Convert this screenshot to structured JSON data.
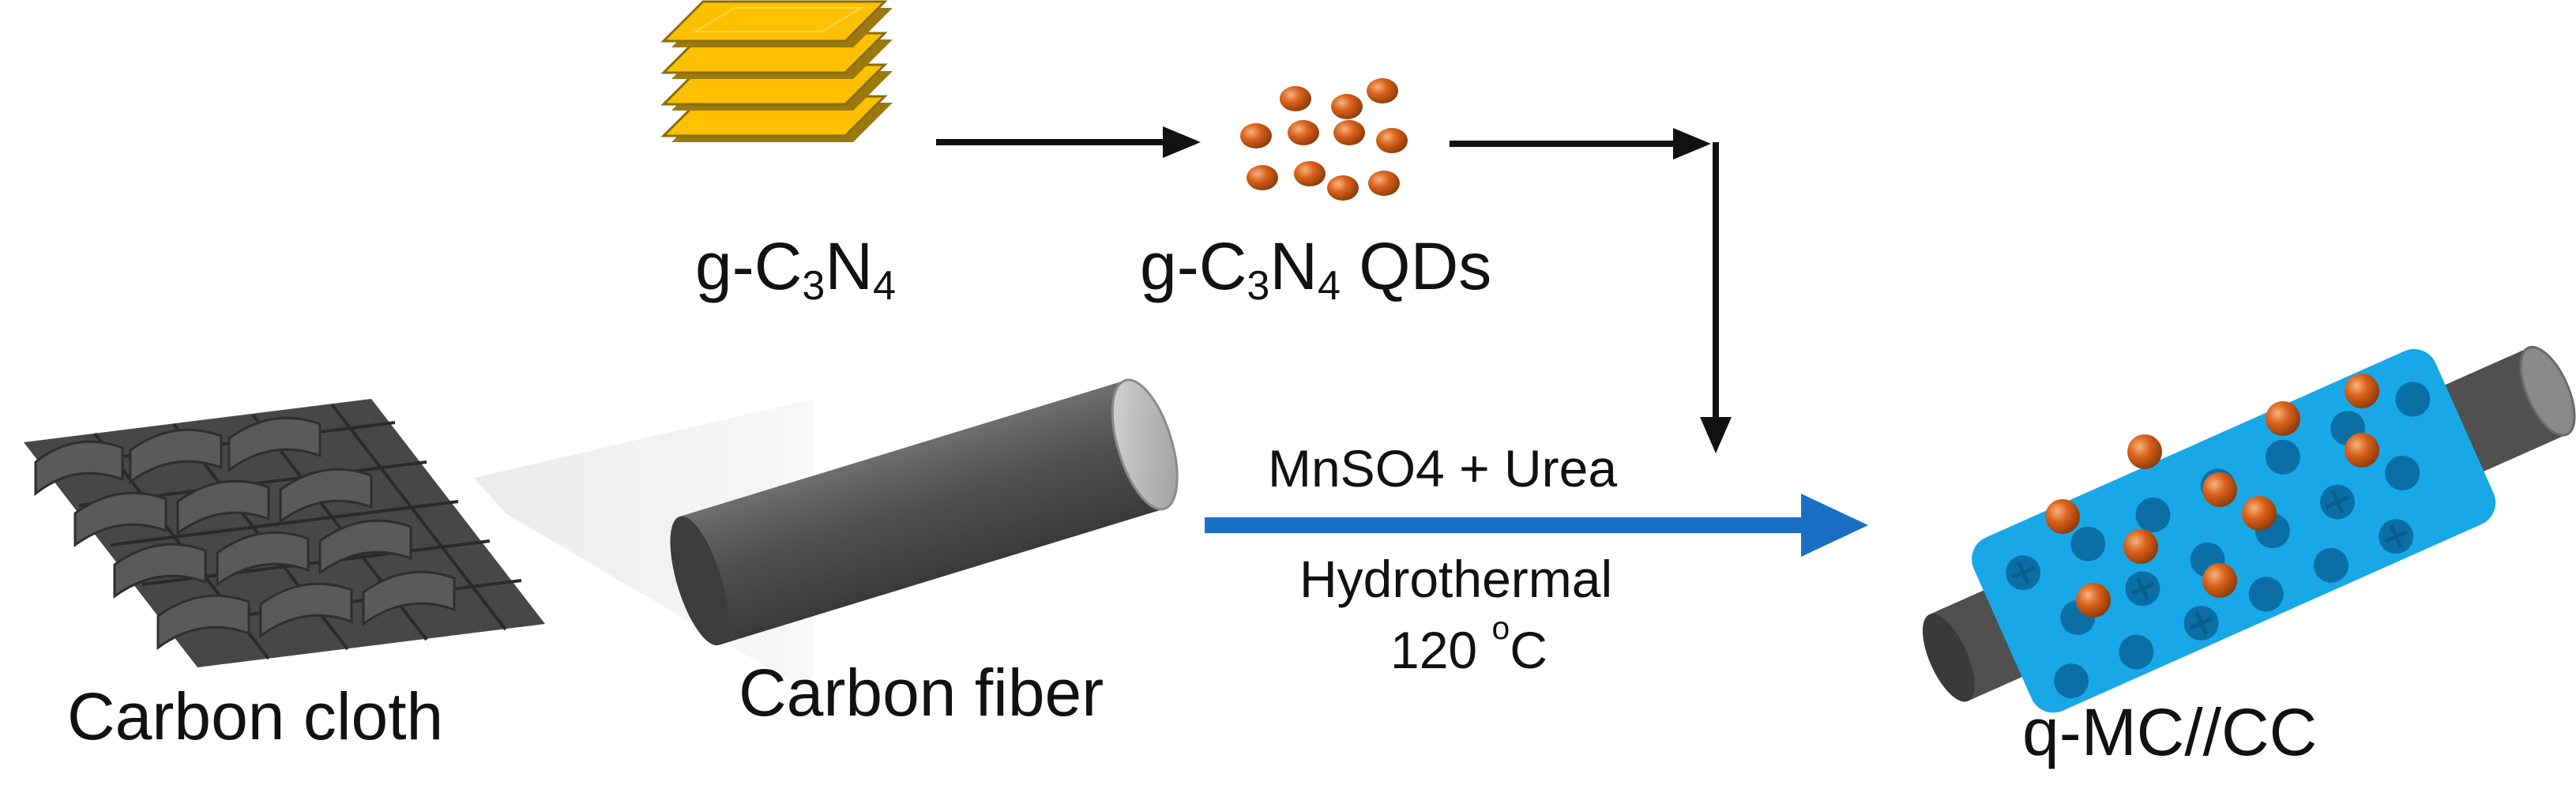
{
  "labels": {
    "gcn": {
      "prefix": "g-C",
      "sub1": "3",
      "mid": "N",
      "sub2": "4"
    },
    "qds": {
      "prefix": "g-C",
      "sub1": "3",
      "mid": "N",
      "sub2": "4",
      "suffix": " QDs"
    },
    "carbon_cloth": "Carbon cloth",
    "carbon_fiber": "Carbon fiber",
    "reagent": "MnSO4 + Urea",
    "method": "Hydrothermal",
    "temp_value": "120 ",
    "temp_degree": "o",
    "temp_unit": "C",
    "product": "q-MC//CC"
  },
  "icons": {
    "sheets": "layered-sheets-icon",
    "qd_dots": "quantum-dots-icon",
    "cloth": "woven-carbon-cloth-icon",
    "fiber": "carbon-fiber-cylinder-icon",
    "product": "coated-fiber-icon"
  },
  "colors": {
    "sheet_yellow": "#FFC000",
    "sheet_edge": "#9A7A10",
    "qd_orange": "#D9601A",
    "arrow_black": "#111111",
    "arrow_blue": "#1A6FC4",
    "fiber_gray": "#555555",
    "cloth_gray": "#3E3E3E",
    "coating_blue": "#18A8E8"
  }
}
